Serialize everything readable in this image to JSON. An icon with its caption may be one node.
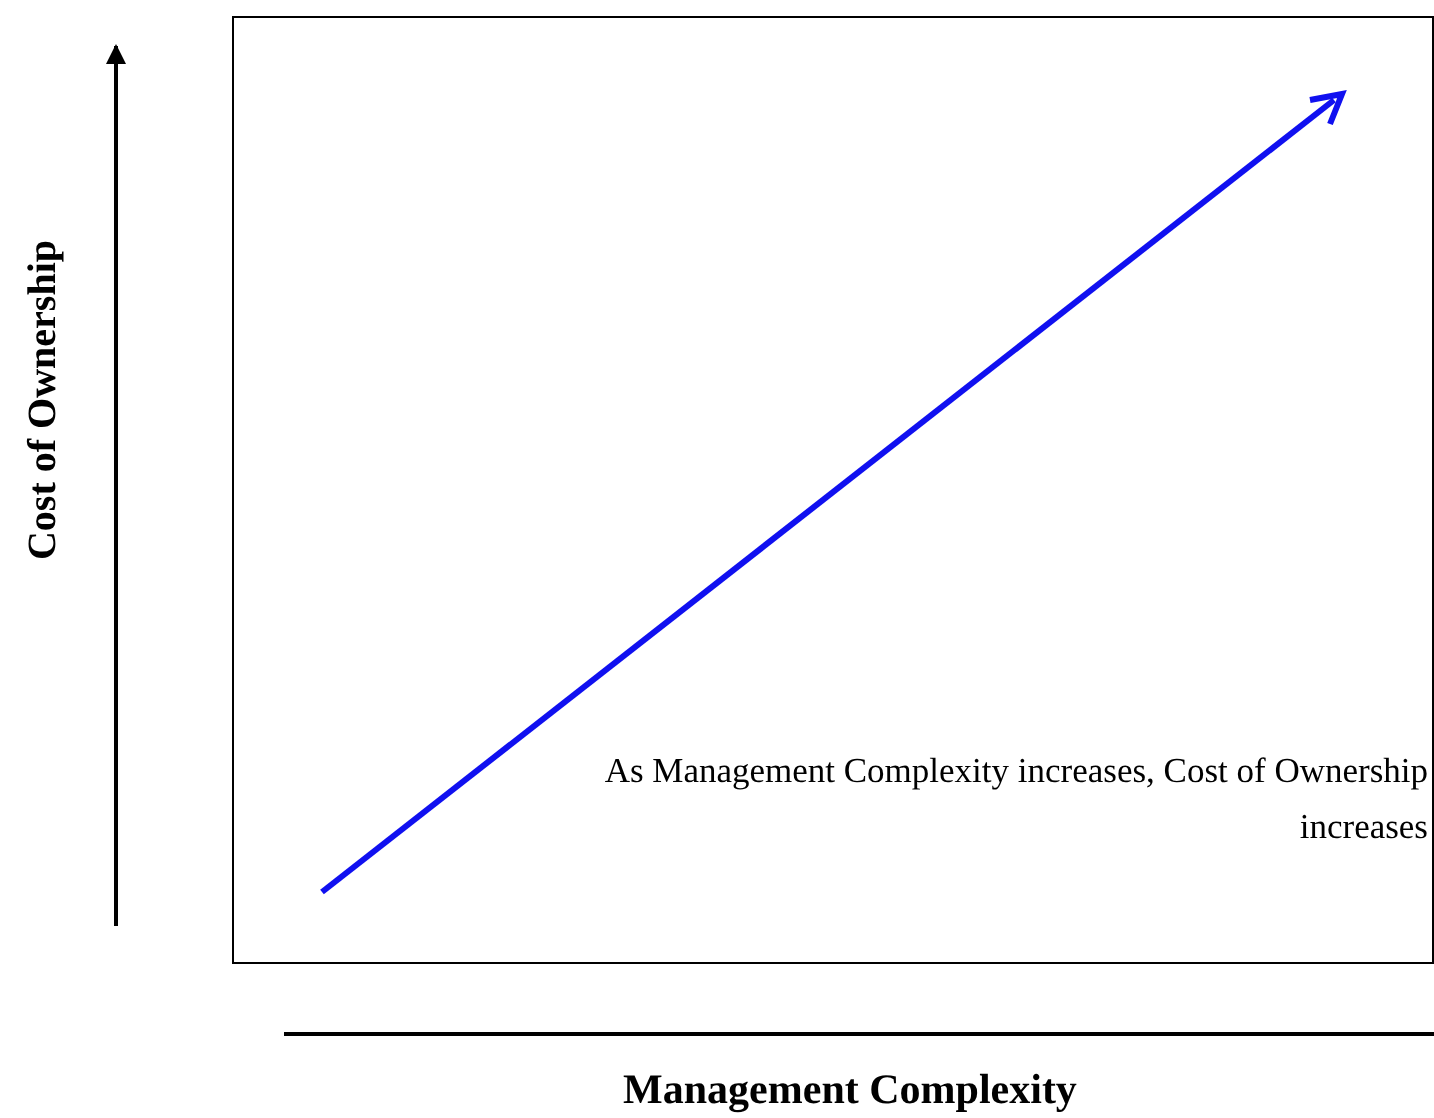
{
  "diagram": {
    "nodes": [
      {
        "text": [
          "As Management Complexity increases, Cost of Ownership increases"
        ]
      }
    ],
    "labels": [
      "Cost of Ownership",
      "Management Complexity"
    ]
  }
}
